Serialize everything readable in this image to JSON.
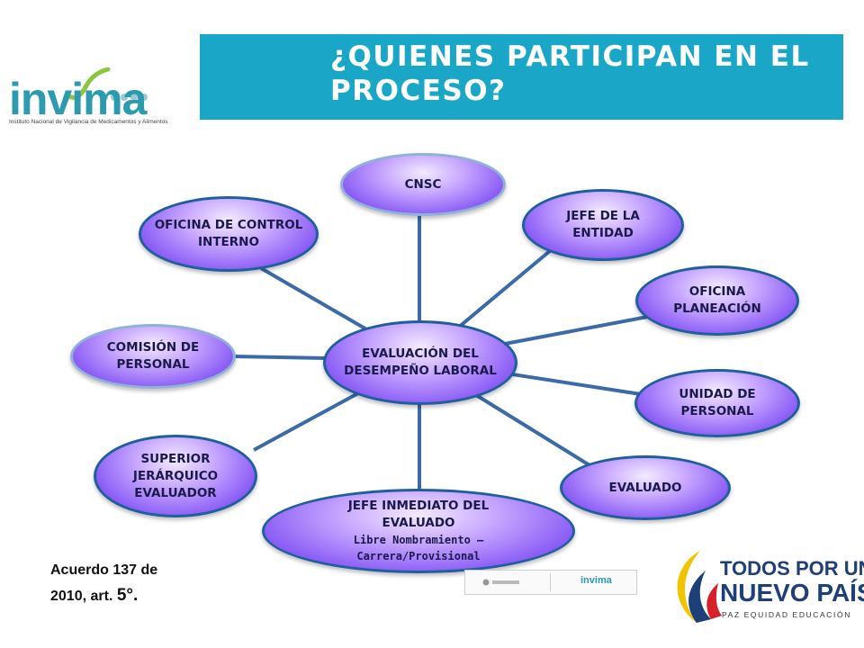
{
  "header": {
    "title": "¿QUIENES PARTICIPAN EN EL\nPROCESO?"
  },
  "logo": {
    "word": "invima",
    "subtitle": "Instituto Nacional de Vigilancia de Medicamentos y Alimentos"
  },
  "diagram": {
    "center": "EVALUACIÓN DEL DESEMPEÑO LABORAL",
    "nodes": {
      "cnsc": "CNSC",
      "jefe_entidad": "JEFE DE LA ENTIDAD",
      "oficina_planeacion": "OFICINA PLANEACIÓN",
      "unidad_personal": "UNIDAD DE PERSONAL",
      "evaluado": "EVALUADO",
      "jefe_inmediato": "JEFE INMEDIATO DEL EVALUADO",
      "jefe_inmediato_sub": "Libre Nombramiento – Carrera/Provisional",
      "superior": "SUPERIOR JERÁRQUICO EVALUADOR",
      "comision": "COMISIÓN DE PERSONAL",
      "control_interno": "OFICINA DE CONTROL INTERNO"
    },
    "line_color": "#3b6aa8"
  },
  "footnote": {
    "line1": "Acuerdo 137 de",
    "line2": "2010, art.",
    "article": "5°."
  },
  "banner": {
    "right": "invima"
  },
  "government": {
    "line1": "TODOS POR UN",
    "line2": "NUEVO PAÍS",
    "tagline": "PAZ EQUIDAD EDUCACIÓN"
  },
  "colors": {
    "title_bar": "#1aa7c7",
    "node_border": "#1f5f9e",
    "brand_blue": "#1e3f78"
  }
}
